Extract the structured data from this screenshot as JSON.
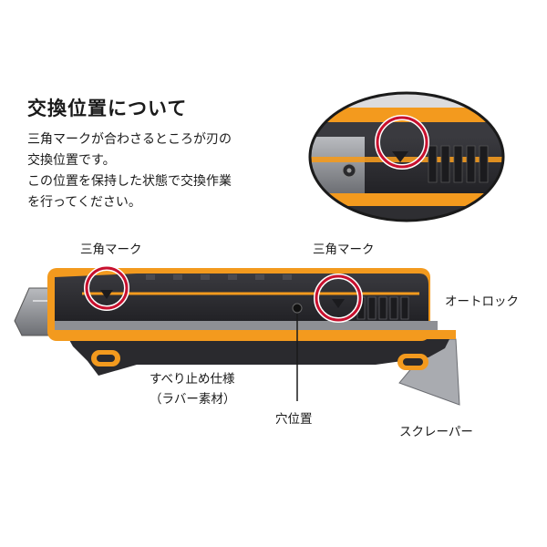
{
  "heading": "交換位置について",
  "description_lines": [
    "三角マークが合わさるところが刃の",
    "交換位置です。",
    "この位置を保持した状態で交換作業",
    "を行ってください。"
  ],
  "callouts": {
    "triangle_mark_left": "三角マーク",
    "triangle_mark_right": "三角マーク",
    "auto_lock": "オートロック",
    "grip_line1": "すべり止め仕様",
    "grip_line2": "（ラバー素材）",
    "hole_position": "穴位置",
    "scraper": "スクレーパー"
  },
  "colors": {
    "orange": "#f39a1e",
    "body_dark": "#2e2e32",
    "circle_red": "#c8102e",
    "blade_gray": "#8e9095"
  }
}
